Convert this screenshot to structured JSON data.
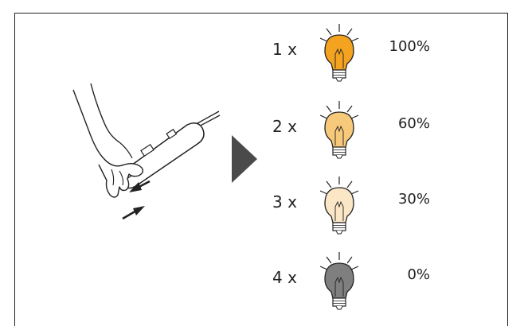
{
  "rows": [
    {
      "count": "1 x",
      "percent": "100%",
      "brightness": 1.0,
      "fill": "#f4a321"
    },
    {
      "count": "2 x",
      "percent": "60%",
      "brightness": 0.6,
      "fill": "#f7c97a"
    },
    {
      "count": "3 x",
      "percent": "30%",
      "brightness": 0.3,
      "fill": "#fbe6c6"
    },
    {
      "count": "4 x",
      "percent": "0%",
      "brightness": 0.0,
      "fill": "#7f7f7f"
    }
  ],
  "colors": {
    "arrow": "#4a4a4a",
    "outline": "#222222",
    "frame": "#222222"
  },
  "icons": {
    "hand_switch": "hand-pressing-switch-icon",
    "arrow": "play-arrow-icon",
    "bulb": "light-bulb-icon",
    "push_arrows": "double-arrow-icon"
  }
}
